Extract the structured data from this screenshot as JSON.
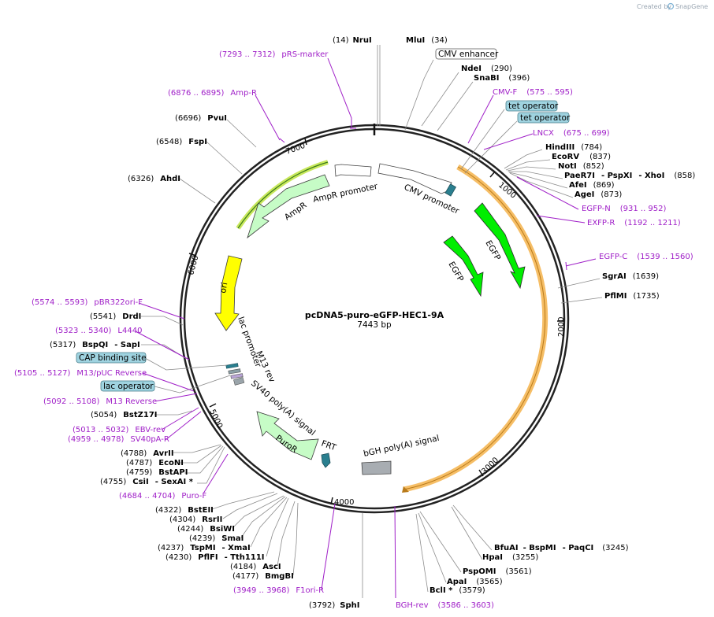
{
  "credit": {
    "text": "Created by",
    "brand": "SnapGene"
  },
  "plasmid": {
    "name": "pcDNA5-puro-eGFP-HEC1-9A",
    "size": "7443 bp"
  },
  "ticks": [
    "1000",
    "2000",
    "3000",
    "4000",
    "5000",
    "6000",
    "7000"
  ],
  "colors": {
    "primer": "#a020c8",
    "egfp": "#00ee00",
    "ampr": "#c6fcc6",
    "orf_highlight": "#f4b34b",
    "ori": "#ffff00"
  },
  "features": [
    {
      "label": "CMV promoter"
    },
    {
      "label": "EGFP"
    },
    {
      "label": "EGFP"
    },
    {
      "label": "AmpR"
    },
    {
      "label": "AmpR promoter"
    },
    {
      "label": "ori"
    },
    {
      "label": "lac promoter"
    },
    {
      "label": "M13 rev"
    },
    {
      "label": "SV40 poly(A) signal"
    },
    {
      "label": "PuroR"
    },
    {
      "label": "FRT"
    },
    {
      "label": "bGH poly(A) signal"
    }
  ],
  "boxes": [
    {
      "label": "CMV enhancer"
    },
    {
      "label": "tet operator"
    },
    {
      "label": "tet operator"
    },
    {
      "label": "CAP binding site"
    },
    {
      "label": "lac operator"
    }
  ],
  "enzymes": [
    {
      "pos": "(14)",
      "name": "NruI"
    },
    {
      "name": "MluI",
      "pos": "(34)"
    },
    {
      "name": "NdeI",
      "pos": "(290)"
    },
    {
      "name": "SnaBI",
      "pos": "(396)"
    },
    {
      "name": "HindIII",
      "pos": "(784)"
    },
    {
      "name": "EcoRV",
      "pos": "(837)"
    },
    {
      "name": "NotI",
      "pos": "(852)"
    },
    {
      "name": "PaeR7I",
      "mid": "- PspXI",
      "end": "- XhoI",
      "pos": "(858)"
    },
    {
      "name": "AfeI",
      "pos": "(869)"
    },
    {
      "name": "AgeI",
      "pos": "(873)"
    },
    {
      "name": "SgrAI",
      "pos": "(1639)"
    },
    {
      "name": "PflMI",
      "pos": "(1735)"
    },
    {
      "name": "BfuAI",
      "mid": "- BspMI",
      "end": "- PaqCI",
      "pos": "(3245)"
    },
    {
      "name": "HpaI",
      "pos": "(3255)"
    },
    {
      "name": "PspOMI",
      "pos": "(3561)"
    },
    {
      "name": "ApaI",
      "pos": "(3565)"
    },
    {
      "name": "BclI *",
      "pos": "(3579)"
    },
    {
      "pos": "(3792)",
      "name": "SphI"
    },
    {
      "pos": "(6696)",
      "name": "PvuI"
    },
    {
      "pos": "(6548)",
      "name": "FspI"
    },
    {
      "pos": "(6326)",
      "name": "AhdI"
    },
    {
      "pos": "(5541)",
      "name": "DrdI"
    },
    {
      "pos": "(5317)",
      "name": "BspQI",
      "end": "- SapI"
    },
    {
      "pos": "(5054)",
      "name": "BstZ17I"
    },
    {
      "pos": "(4788)",
      "name": "AvrII"
    },
    {
      "pos": "(4787)",
      "name": "EcoNI"
    },
    {
      "pos": "(4759)",
      "name": "BstAPI"
    },
    {
      "pos": "(4755)",
      "name": "CsiI",
      "end": "- SexAI *"
    },
    {
      "pos": "(4322)",
      "name": "BstEII"
    },
    {
      "pos": "(4304)",
      "name": "RsrII"
    },
    {
      "pos": "(4244)",
      "name": "BsiWI"
    },
    {
      "pos": "(4239)",
      "name": "SmaI"
    },
    {
      "pos": "(4237)",
      "name": "TspMI",
      "end": "- XmaI"
    },
    {
      "pos": "(4230)",
      "name": "PflFI",
      "end": "- Tth111I"
    },
    {
      "pos": "(4184)",
      "name": "AscI"
    },
    {
      "pos": "(4177)",
      "name": "BmgBI"
    }
  ],
  "primers": [
    {
      "range": "(7293 .. 7312)",
      "name": "pRS-marker"
    },
    {
      "range": "(6876 .. 6895)",
      "name": "Amp-R"
    },
    {
      "name": "CMV-F",
      "range": "(575 .. 595)"
    },
    {
      "name": "LNCX",
      "range": "(675 .. 699)"
    },
    {
      "name": "EGFP-N",
      "range": "(931 .. 952)"
    },
    {
      "name": "EXFP-R",
      "range": "(1192 .. 1211)"
    },
    {
      "name": "EGFP-C",
      "range": "(1539 .. 1560)"
    },
    {
      "range": "(5574 .. 5593)",
      "name": "pBR322ori-F"
    },
    {
      "range": "(5323 .. 5340)",
      "name": "L4440"
    },
    {
      "range": "(5105 .. 5127)",
      "name": "M13/pUC Reverse"
    },
    {
      "range": "(5092 .. 5108)",
      "name": "M13 Reverse"
    },
    {
      "range": "(5013 .. 5032)",
      "name": "EBV-rev"
    },
    {
      "range": "(4959 .. 4978)",
      "name": "SV40pA-R"
    },
    {
      "range": "(4684 .. 4704)",
      "name": "Puro-F"
    },
    {
      "range": "(3949 .. 3968)",
      "name": "F1ori-R"
    },
    {
      "name": "BGH-rev",
      "range": "(3586 .. 3603)"
    }
  ]
}
